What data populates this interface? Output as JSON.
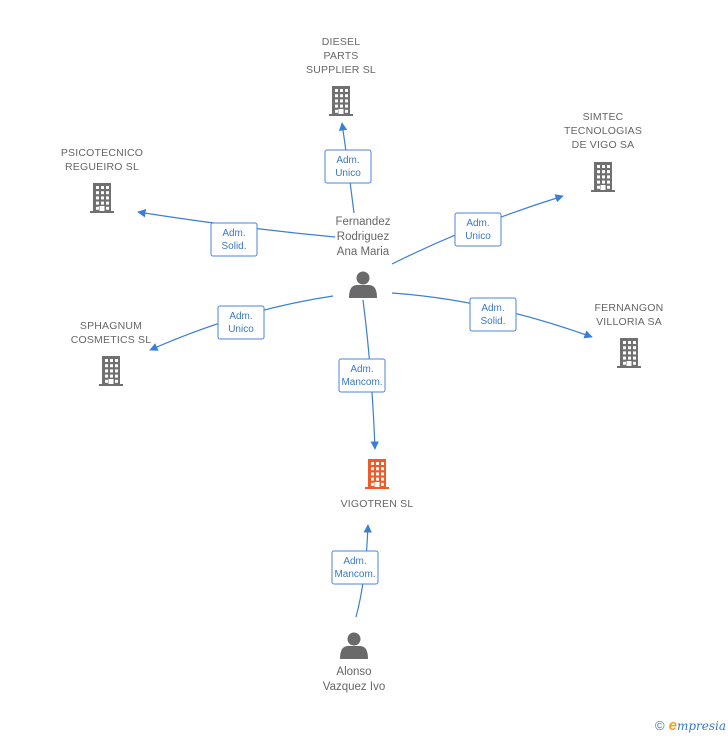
{
  "colors": {
    "edge": "#3a7fd5",
    "company": "#707070",
    "focus_company": "#f05a28",
    "person": "#6a6a6a",
    "label": "#666666"
  },
  "companies": [
    {
      "id": "diesel",
      "lines": [
        "DIESEL",
        "PARTS",
        "SUPPLIER SL"
      ],
      "focus": false
    },
    {
      "id": "simtec",
      "lines": [
        "SIMTEC",
        "TECNOLOGIAS",
        "DE VIGO SA"
      ],
      "focus": false
    },
    {
      "id": "psico",
      "lines": [
        "PSICOTECNICO",
        "REGUEIRO SL"
      ],
      "focus": false
    },
    {
      "id": "fernangon",
      "lines": [
        "FERNANGON",
        "VILLORIA SA"
      ],
      "focus": false
    },
    {
      "id": "sphagnum",
      "lines": [
        "SPHAGNUM",
        "COSMETICS SL"
      ],
      "focus": false
    },
    {
      "id": "vigotren",
      "lines": [
        "VIGOTREN SL"
      ],
      "focus": true
    }
  ],
  "persons": [
    {
      "id": "fernandez",
      "lines": [
        "Fernandez",
        "Rodriguez",
        "Ana Maria"
      ]
    },
    {
      "id": "alonso",
      "lines": [
        "Alonso",
        "Vazquez Ivo"
      ]
    }
  ],
  "relations": [
    {
      "from": "fernandez",
      "to": "diesel",
      "lines": [
        "Adm.",
        "Unico"
      ]
    },
    {
      "from": "fernandez",
      "to": "simtec",
      "lines": [
        "Adm.",
        "Unico"
      ]
    },
    {
      "from": "fernandez",
      "to": "psico",
      "lines": [
        "Adm.",
        "Solid."
      ]
    },
    {
      "from": "fernandez",
      "to": "fernangon",
      "lines": [
        "Adm.",
        "Solid."
      ]
    },
    {
      "from": "fernandez",
      "to": "sphagnum",
      "lines": [
        "Adm.",
        "Unico"
      ]
    },
    {
      "from": "fernandez",
      "to": "vigotren",
      "lines": [
        "Adm.",
        "Mancom."
      ]
    },
    {
      "from": "alonso",
      "to": "vigotren",
      "lines": [
        "Adm.",
        "Mancom."
      ]
    }
  ],
  "footer": {
    "copyright": "©",
    "brand_initial": "e",
    "brand_rest": "mpresia"
  }
}
